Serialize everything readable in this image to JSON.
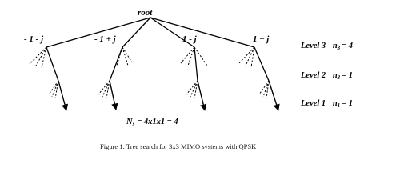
{
  "diagram": {
    "root_label": "root",
    "branch_labels": [
      "- 1 - j",
      "- 1 + j",
      "1 - j",
      "1 + j"
    ],
    "levels": [
      {
        "level": "Level 3",
        "eq": "n",
        "sub": "3",
        "val": "= 4"
      },
      {
        "level": "Level 2",
        "eq": "n",
        "sub": "3",
        "val": "= 1"
      },
      {
        "level": "Level 1",
        "eq": "n",
        "sub": "1",
        "val": "= 1"
      }
    ],
    "formula": {
      "main": "N",
      "sub": "s",
      "rest": "= 4x1x1 = 4"
    },
    "caption": "Figure 1:  Tree search for 3x3 MIMO systems with QPSK"
  }
}
